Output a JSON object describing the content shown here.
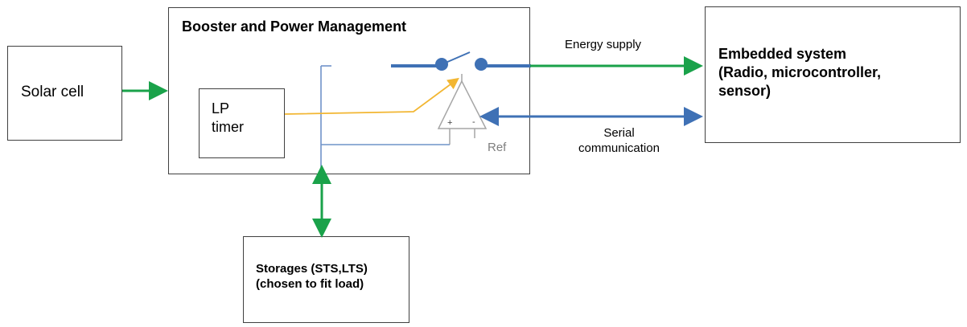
{
  "blocks": {
    "solar_cell": "Solar cell",
    "booster": "Booster and Power Management",
    "lp_timer": "LP\ntimer",
    "embedded": "Embedded system\n(Radio, microcontroller,\nsensor)",
    "storages": "Storages (STS,LTS)\n(chosen to fit load)"
  },
  "labels": {
    "energy_supply": "Energy supply",
    "serial": "Serial\ncommunication",
    "ref": "Ref",
    "plus": "+",
    "minus": "-"
  },
  "colors": {
    "green_arrow": "#1aa24a",
    "blue_line": "#3f71b5",
    "thin_blue": "#6f93c9",
    "yellow_line": "#f2b632",
    "gray_outline": "#a6a6a6",
    "box_border": "#404040"
  }
}
